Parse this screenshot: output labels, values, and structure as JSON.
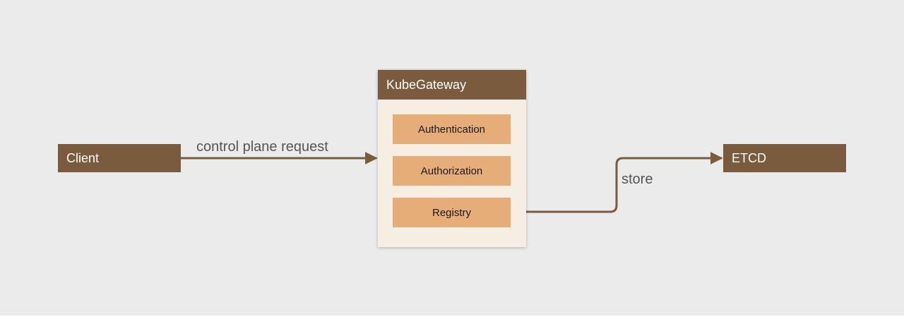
{
  "nodes": {
    "client": "Client",
    "gateway": {
      "title": "KubeGateway",
      "modules": [
        "Authentication",
        "Authorization",
        "Registry"
      ]
    },
    "etcd": "ETCD"
  },
  "edges": {
    "client_to_gateway": "control plane request",
    "registry_to_etcd": "store"
  },
  "colors": {
    "background": "#ebebeb",
    "node_fill": "#7a5b3d",
    "container_fill": "#f6eee3",
    "module_fill": "#e6ad78",
    "edge": "#7a5b3d",
    "label_text": "#555555"
  }
}
